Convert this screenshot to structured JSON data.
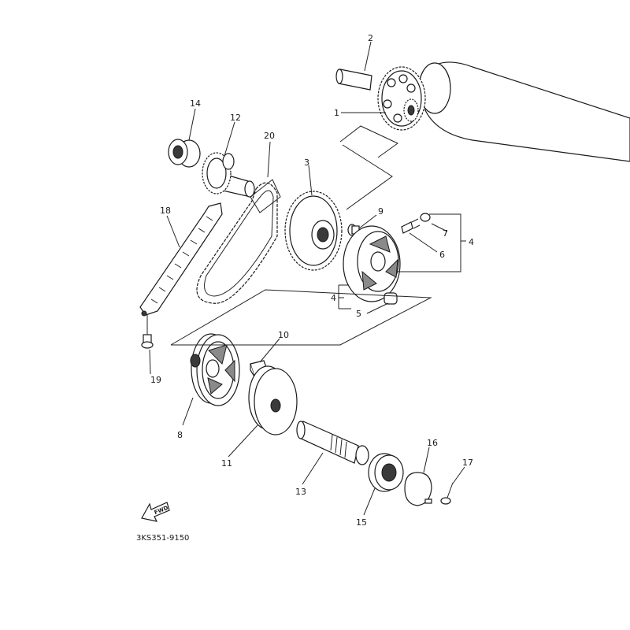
{
  "diagram": {
    "part_numbers": {
      "p1": "1",
      "p2": "2",
      "p3": "3",
      "p4a": "4",
      "p4b": "4",
      "p5": "5",
      "p6": "6",
      "p7": "7",
      "p8": "8",
      "p9": "9",
      "p10": "10",
      "p11": "11",
      "p12": "12",
      "p13": "13",
      "p14": "14",
      "p15": "15",
      "p16": "16",
      "p17": "17",
      "p18": "18",
      "p19": "19",
      "p20": "20"
    },
    "fwd_label": "FWD",
    "diagram_code": "3KS351-9150"
  }
}
